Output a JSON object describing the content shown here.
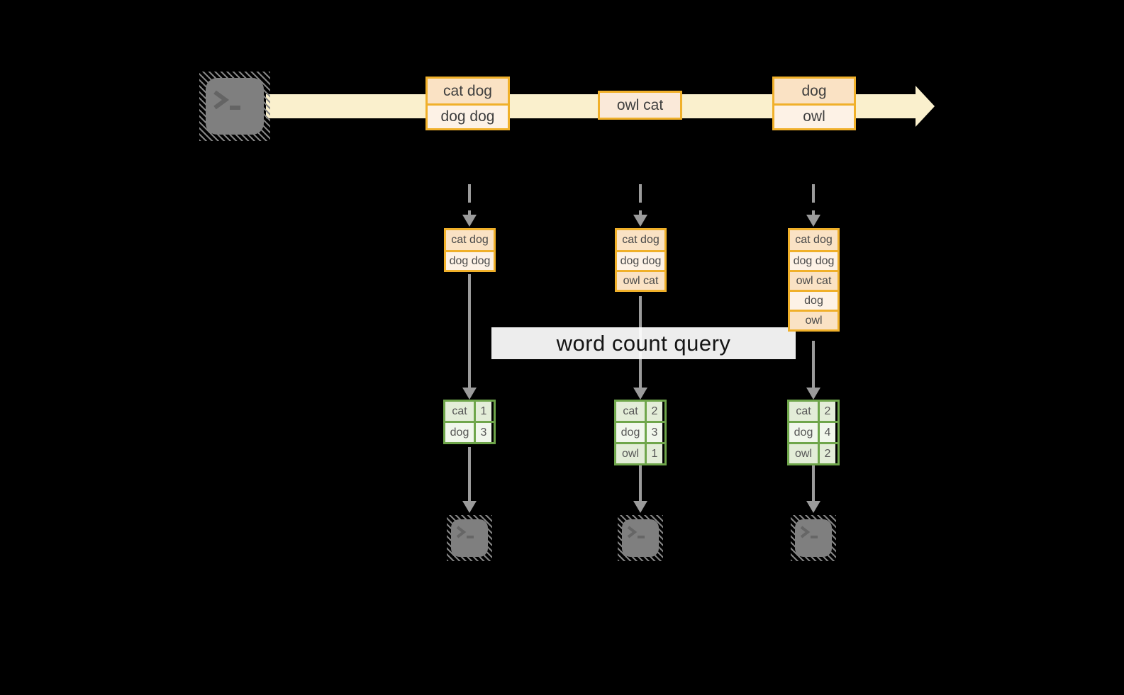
{
  "query": {
    "label": "word count query"
  },
  "timeline": {
    "events": [
      {
        "lines": [
          "cat dog",
          "dog dog"
        ]
      },
      {
        "lines": [
          "owl cat"
        ]
      },
      {
        "lines": [
          "dog",
          "owl"
        ]
      }
    ]
  },
  "columns": [
    {
      "buffer": [
        "cat dog",
        "dog dog"
      ],
      "counts": [
        {
          "word": "cat",
          "count": "1"
        },
        {
          "word": "dog",
          "count": "3"
        }
      ]
    },
    {
      "buffer": [
        "cat dog",
        "dog dog",
        "owl cat"
      ],
      "counts": [
        {
          "word": "cat",
          "count": "2"
        },
        {
          "word": "dog",
          "count": "3"
        },
        {
          "word": "owl",
          "count": "1"
        }
      ]
    },
    {
      "buffer": [
        "cat dog",
        "dog dog",
        "owl cat",
        "dog",
        "owl"
      ],
      "counts": [
        {
          "word": "cat",
          "count": "2"
        },
        {
          "word": "dog",
          "count": "4"
        },
        {
          "word": "owl",
          "count": "2"
        }
      ]
    }
  ],
  "icons": {
    "source": "terminal-icon",
    "sinks": [
      "terminal-icon",
      "terminal-icon",
      "terminal-icon"
    ],
    "stream": "arrow-right-icon",
    "flow": "arrow-down-icon"
  },
  "colors": {
    "background": "#000000",
    "band": "#FAF0CD",
    "box_border": "#F0B02A",
    "row_peach": "#FAE2C4",
    "row_cream": "#FDF2E6",
    "event_single": "#FAE9D9",
    "table_border": "#6FA64B",
    "cell_green": "#E3EDD8",
    "cell_light": "#F1F7EC",
    "connector_gray": "#9B9B9B",
    "terminal_gray": "#7F7F7F"
  }
}
